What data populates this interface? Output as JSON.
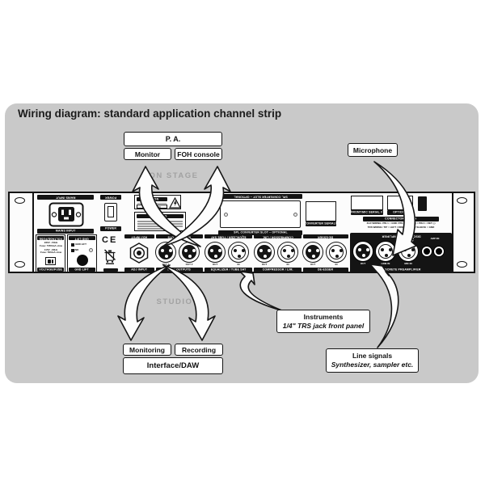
{
  "title": "Wiring diagram: standard application channel strip",
  "zones": {
    "on_stage": "ON STAGE",
    "studio": "STUDIO"
  },
  "stage": {
    "pa": "P. A.",
    "monitor": "Monitor",
    "foh": "FOH console"
  },
  "studio_gear": {
    "monitoring": "Monitoring",
    "recording": "Recording",
    "interface": "Interface/DAW"
  },
  "sources": {
    "microphone": "Microphone",
    "instruments_title": "Instruments",
    "instruments_sub": "1/4\" TRS jack front panel",
    "line_title": "Line signals",
    "line_sub": "Synthesizer, sampler etc."
  },
  "rack": {
    "mains": {
      "label": "MAINS INPUT"
    },
    "voltage": {
      "label": "VOLTAGE/FUSE",
      "l1": "230V ~50Hz",
      "l2": "Fuse: T250mA slow",
      "l3": "115V ~60Hz",
      "l4": "Fuse: 500mA slow"
    },
    "gnd": {
      "label": "GND LIFT",
      "opt1": "GND LIFT",
      "opt2": "GND"
    },
    "power": {
      "label": "POWER"
    },
    "ce_mark": "CE",
    "caution": {
      "title": "CAUTION",
      "body": "DO NOT OPEN"
    },
    "warning": {
      "title": "WARNING"
    },
    "adj": {
      "label": "ADJ INPUT"
    },
    "main_outputs": {
      "label": "MAIN OUTPUTS",
      "out1": "OUT 1",
      "out2": "OUT 2"
    },
    "equalizer": {
      "label": "EQUALIZER / TUBE SAT",
      "out": "OUT",
      "in": "IN"
    },
    "compressor": {
      "label": "COMPRESSOR / LIM.",
      "out": "OUT",
      "in": "IN"
    },
    "deesser": {
      "label": "DE-ESSER",
      "out": "OUT",
      "in": "IN"
    },
    "preamp": {
      "label": "DISCRETE PREAMPLIFIER",
      "out": "OUT",
      "line_in": "LINE IN",
      "mic_in": "MIC IN",
      "sw1": "48V ON FRONT",
      "sw2": "AMP ON"
    },
    "converter": {
      "label": "SPL CONVERTER SLOT – OPTIONAL",
      "serial": "CONVERTER SERIAL#"
    },
    "front_serial": "FRONT/MIC SERIAL #",
    "options": "OPTIONS",
    "wiring": {
      "header": "CONNECTOR WIRING",
      "xlr": "XLR WIRING: PIN 1 = GND / PIN 2 = HOT (+) / PIN 3 = RET (-)",
      "trs": "TRS WIRING: TIP = LEFT / RING = RIGHT / SLEEVE = GND"
    }
  }
}
